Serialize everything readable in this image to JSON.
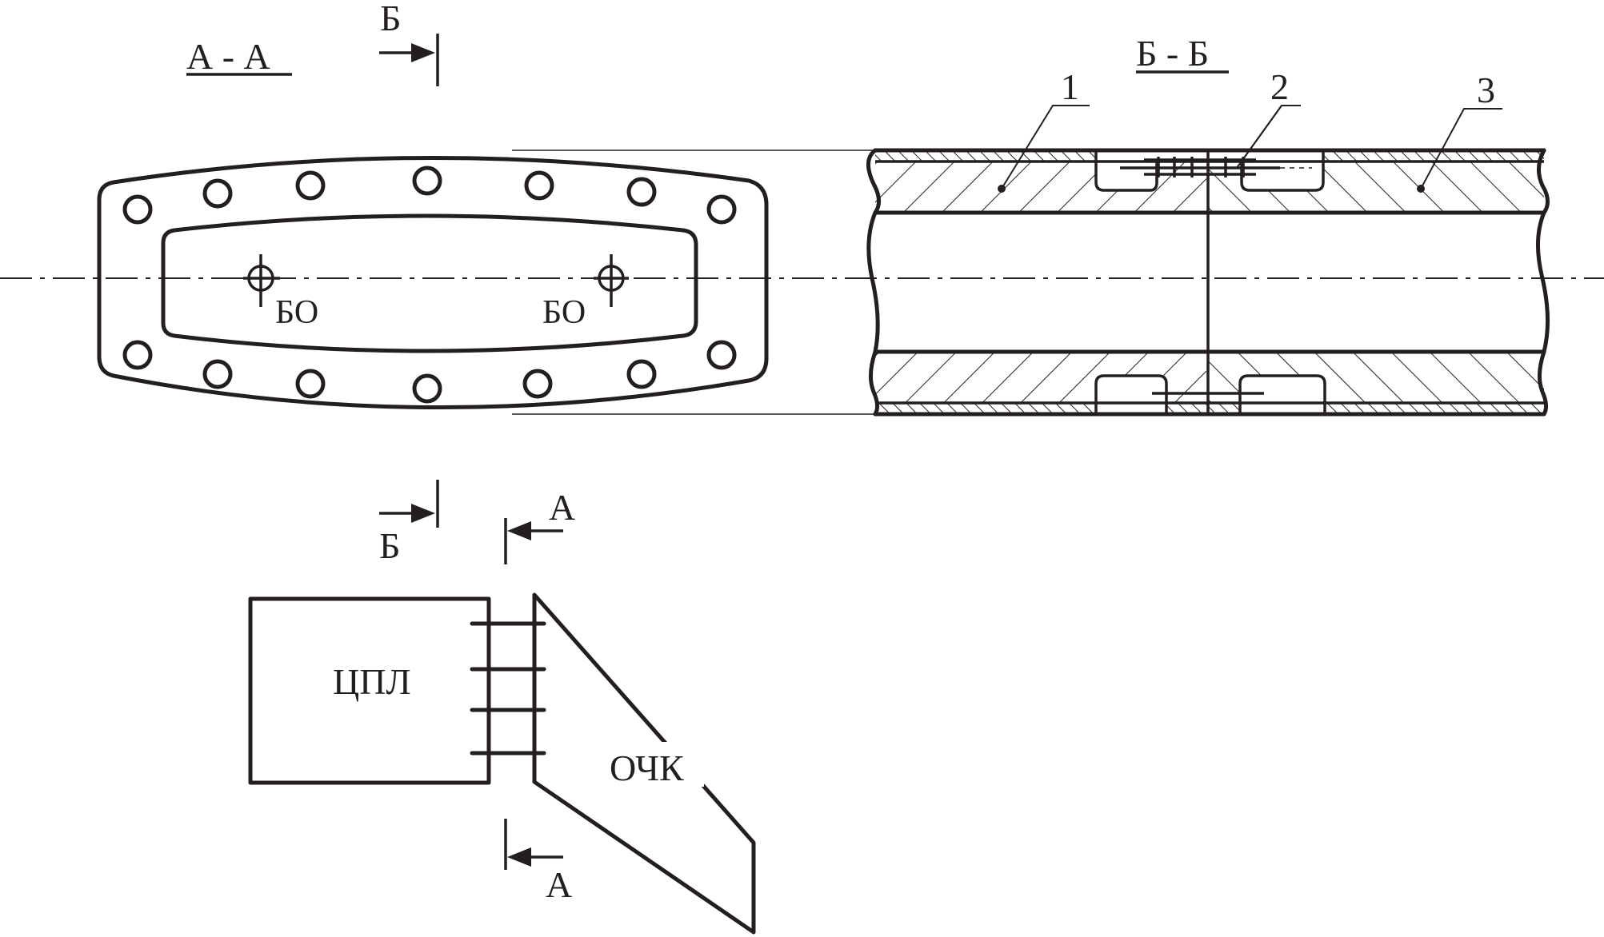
{
  "section_labels": {
    "aa_title": "А - А",
    "bb_title": "Б - Б",
    "b_marker_top": "Б",
    "b_marker_bottom": "Б",
    "a_marker_top": "А",
    "a_marker_bottom": "А"
  },
  "flange_view": {
    "bolt_hole_label_left": "БО",
    "bolt_hole_label_right": "БО"
  },
  "callouts": [
    "1",
    "2",
    "3"
  ],
  "block_diagram": {
    "left_block": "ЦПЛ",
    "right_block": "ОЧК"
  }
}
